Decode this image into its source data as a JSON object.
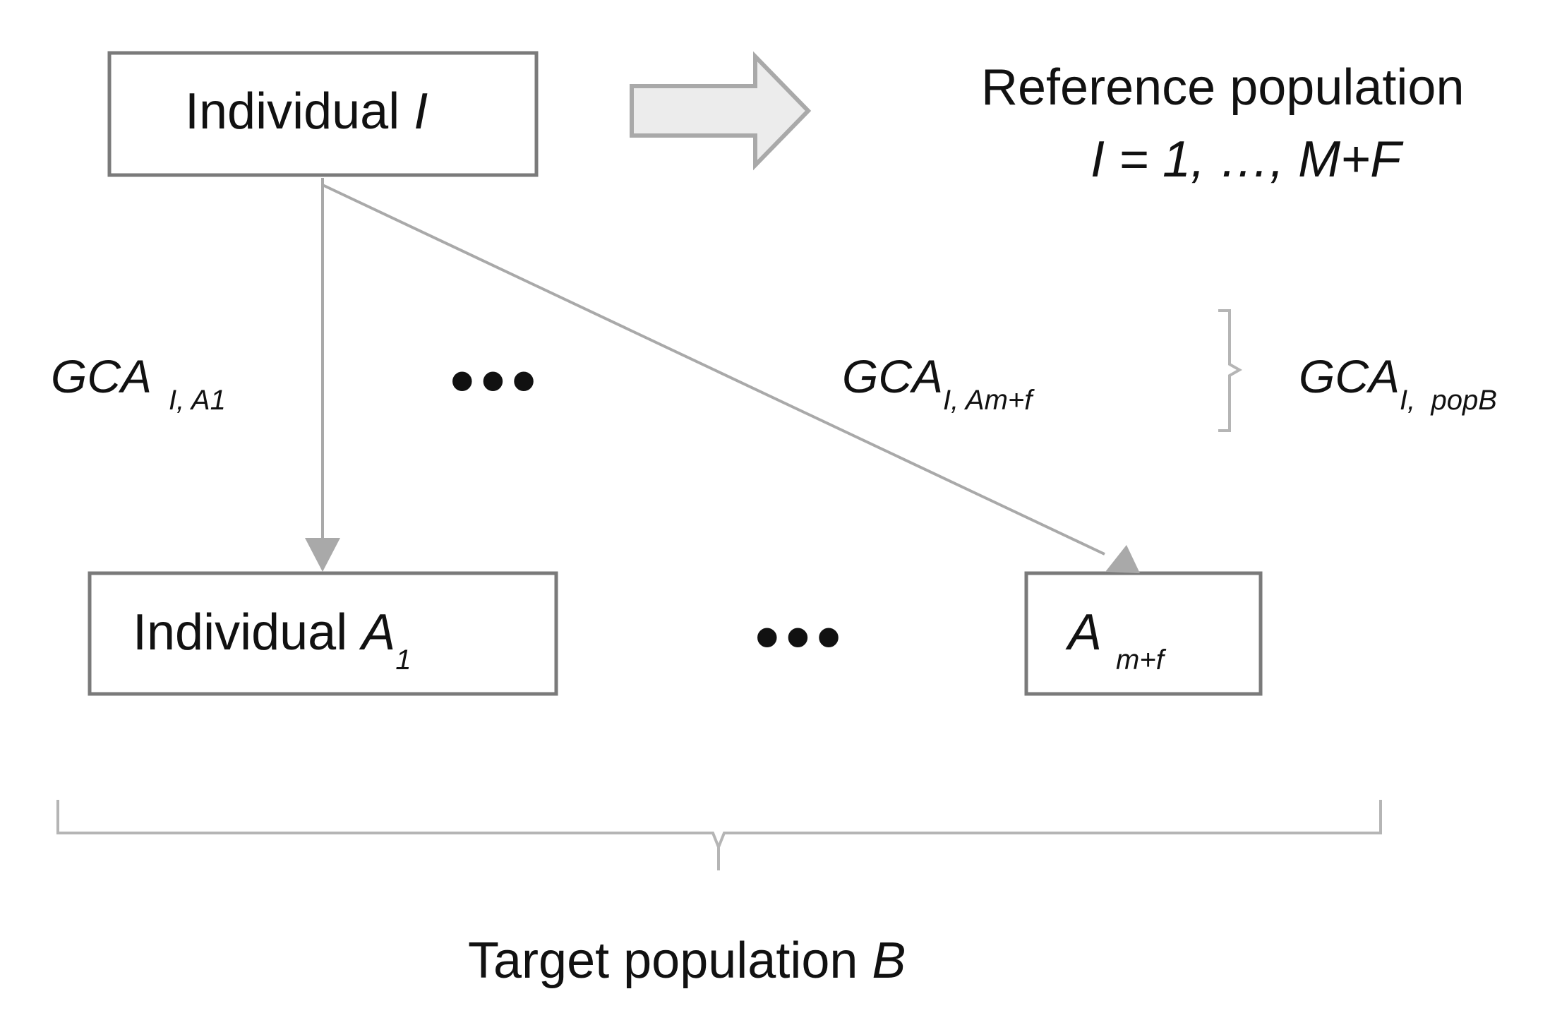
{
  "colors": {
    "box_stroke": "#7a7a7a",
    "arrow_stroke": "#a9a9a9",
    "arrow_fill": "#ececec",
    "bracket": "#b5b5b5",
    "text": "#111111"
  },
  "boxes": {
    "individual_i": {
      "text": "Individual ",
      "var": "I"
    },
    "individual_a1": {
      "text": "Individual ",
      "var": "A",
      "sub": "1"
    },
    "a_mf": {
      "var": "A",
      "sub": "m+f"
    }
  },
  "reference": {
    "line1": "Reference population",
    "line2": "I = 1, …, M+F"
  },
  "labels": {
    "gca_a1": {
      "main": "GCA",
      "sub": "I, A1"
    },
    "gca_amf": {
      "main": "GCA",
      "sub": "I, Am+f"
    },
    "gca_popb": {
      "main": "GCA",
      "sub": "I,  popB"
    }
  },
  "ellipsis_top": "•••",
  "ellipsis_bottom": "•••",
  "target": {
    "text": "Target population ",
    "var": "B"
  }
}
